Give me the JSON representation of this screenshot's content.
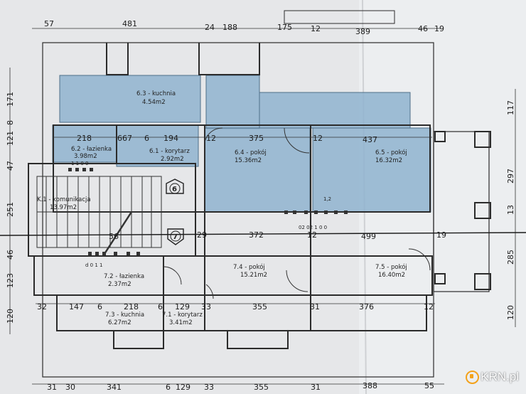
{
  "dims_top": [
    "57",
    "481",
    "24",
    "188",
    "175",
    "12",
    "389",
    "46",
    "19"
  ],
  "dims_bottom": [
    "31",
    "30",
    "341",
    "6",
    "129",
    "33",
    "355",
    "31",
    "388",
    "55"
  ],
  "dims_left": [
    "171",
    "8",
    "121",
    "47",
    "251",
    "46",
    "123",
    "120"
  ],
  "dims_right": [
    "117",
    "297",
    "13",
    "285",
    "120"
  ],
  "dims_row1": [
    "218",
    "667",
    "6",
    "194",
    "12",
    "375",
    "12",
    "437"
  ],
  "dims_row2": [
    "56",
    "29",
    "372",
    "12",
    "499",
    "19"
  ],
  "dims_row3": [
    "32",
    "147",
    "6",
    "218",
    "6",
    "129",
    "33",
    "355",
    "31",
    "376",
    "12"
  ],
  "rooms": {
    "r63": {
      "name": "6.3 - kuchnia",
      "area": "4.54m2"
    },
    "r62": {
      "name": "6.2 - łazienka",
      "area": "3.98m2"
    },
    "r61": {
      "name": "6.1 - korytarz",
      "area": "2.92m2"
    },
    "r64": {
      "name": "6.4 - pokój",
      "area": "15.36m2"
    },
    "r65": {
      "name": "6.5 - pokój",
      "area": "16.32m2"
    },
    "k1": {
      "name": "K.1 - komunikacja",
      "area": "13.97m2"
    },
    "r72": {
      "name": "7.2 - łazienka",
      "area": "2.37m2"
    },
    "r74": {
      "name": "7.4 - pokój",
      "area": "15.21m2"
    },
    "r75": {
      "name": "7.5 - pokój",
      "area": "16.40m2"
    },
    "r73": {
      "name": "7.3 - kuchnia",
      "area": "6.27m2"
    },
    "r71": {
      "name": "7.1 - korytarz",
      "area": "3.41m2"
    }
  },
  "markers": {
    "m6": "6",
    "m7": "7"
  },
  "small_labels": {
    "s1": "1  1  0  0",
    "s2": "d  0     1  1",
    "s3": "1,2",
    "s4": "02   02   1  0  0"
  },
  "watermark": "KRN.pl",
  "colors": {
    "highlight": "#8fb3cf",
    "line": "#2b2b2b",
    "paper": "#e7e8ea"
  }
}
